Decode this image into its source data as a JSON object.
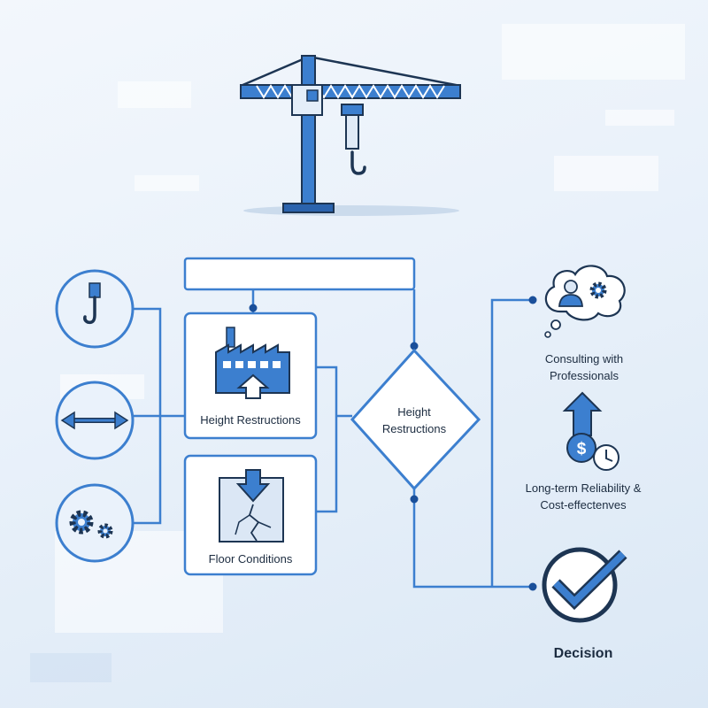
{
  "colors": {
    "primary": "#3c7fcf",
    "dark": "#1a4f9a",
    "outline": "#1d3553",
    "light": "#cfe0f4",
    "background": "#eef4fb"
  },
  "top_icon": "tower-crane-icon",
  "left_icons": [
    "crane-hook-icon",
    "double-arrow-icon",
    "gears-icon"
  ],
  "boxes": {
    "height": {
      "label": "Height Restructions",
      "icon": "factory-up-arrow-icon"
    },
    "floor": {
      "label": "Floor Conditions",
      "icon": "cracked-floor-down-arrow-icon"
    }
  },
  "diamond": {
    "label": "Height Restructions"
  },
  "right": {
    "consulting": {
      "label": "Consulting with Professionals",
      "icon": "thought-bubble-person-gear-icon"
    },
    "reliability": {
      "label": "Long-term Reliability & Cost-effectenves",
      "icon": "arrow-up-dollar-clock-icon"
    },
    "decision": {
      "label": "Decision",
      "icon": "checkmark-circle-icon"
    }
  }
}
